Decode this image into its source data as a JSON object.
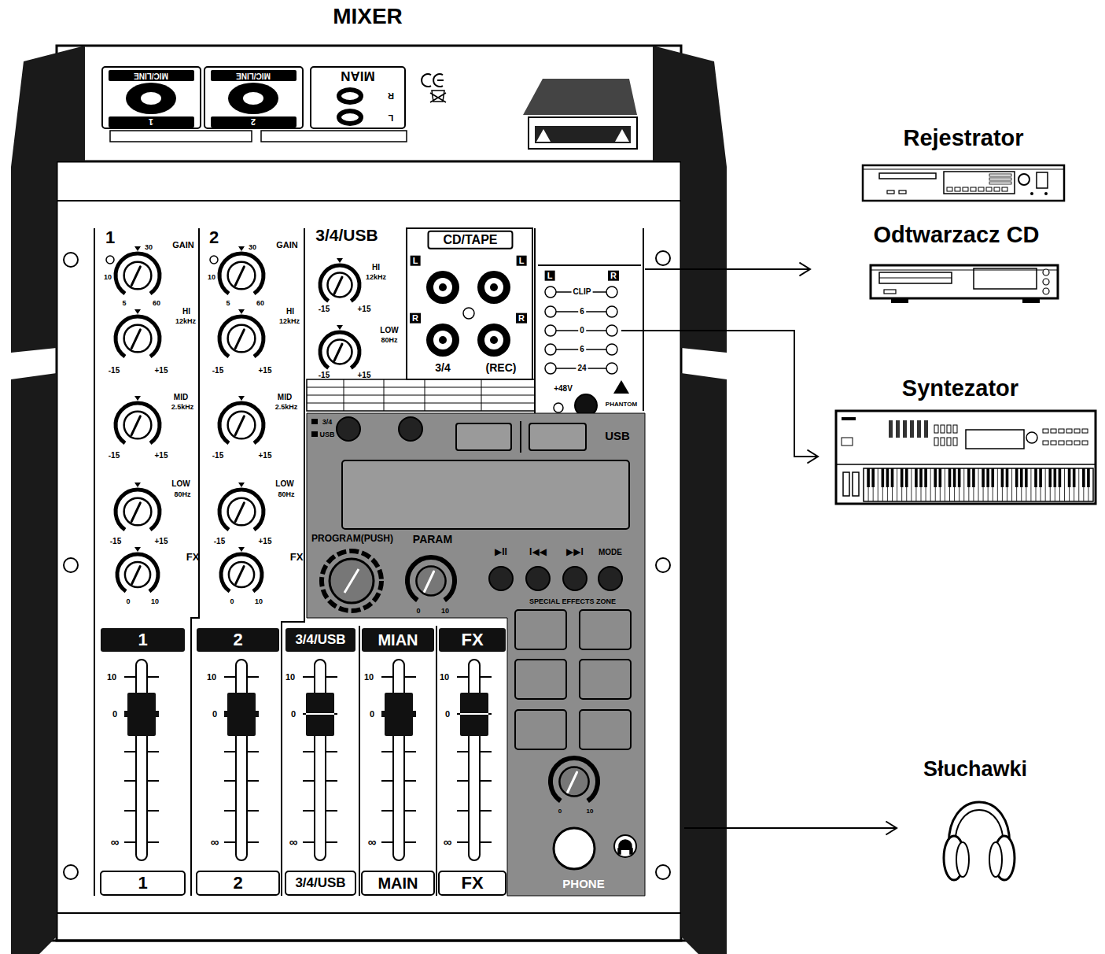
{
  "diagram": {
    "nodes": [
      {
        "text": [
          "MIXER"
        ]
      },
      {
        "text": [
          "Rejestrator"
        ]
      },
      {
        "text": [
          "Odtwarzacz CD"
        ]
      },
      {
        "text": [
          "Syntezator"
        ]
      },
      {
        "text": [
          "Słuchawki"
        ]
      }
    ],
    "edges": [
      {
        "from": 0,
        "to": 2,
        "arrow": "to"
      },
      {
        "from": 0,
        "to": 3,
        "arrow": "to"
      },
      {
        "from": 0,
        "to": 4,
        "arrow": "to"
      }
    ],
    "labels": [
      "MIC/LINE",
      "MIC/LINE",
      "1",
      "2",
      "MIAN",
      "R",
      "L",
      "1",
      "GAIN",
      "30",
      "10",
      "5",
      "60",
      "HI",
      "12kHz",
      "-15",
      "+15",
      "MID",
      "2.5kHz",
      "-15",
      "+15",
      "LOW",
      "80Hz",
      "-15",
      "+15",
      "FX",
      "0",
      "10",
      "2",
      "GAIN",
      "30",
      "10",
      "5",
      "60",
      "HI",
      "12kHz",
      "-15",
      "+15",
      "MID",
      "2.5kHz",
      "-15",
      "+15",
      "LOW",
      "80Hz",
      "-15",
      "+15",
      "FX",
      "0",
      "10",
      "3/4/USB",
      "HI",
      "12kHz",
      "-15",
      "+15",
      "LOW",
      "80Hz",
      "-15",
      "+15",
      "CD/TAPE",
      "L",
      "L",
      "R",
      "R",
      "3/4",
      "(REC)",
      "L",
      "R",
      "CLIP",
      "6",
      "0",
      "6",
      "24",
      "+48V",
      "PHANTOM",
      "3/4",
      "USB",
      "USB",
      "PROGRAM(PUSH)",
      "PARAM",
      "0",
      "10",
      "▶II",
      "I◀◀",
      "▶▶I",
      "MODE",
      "SPECIAL EFFECTS ZONE",
      "0",
      "10",
      "PHONE",
      "1",
      "2",
      "3/4/USB",
      "MIAN",
      "FX",
      "10",
      "0",
      "∞",
      "10",
      "0",
      "∞",
      "10",
      "0",
      "∞",
      "10",
      "0",
      "∞",
      "10",
      "0",
      "∞",
      "1",
      "2",
      "3/4/USB",
      "MAIN",
      "FX"
    ]
  }
}
